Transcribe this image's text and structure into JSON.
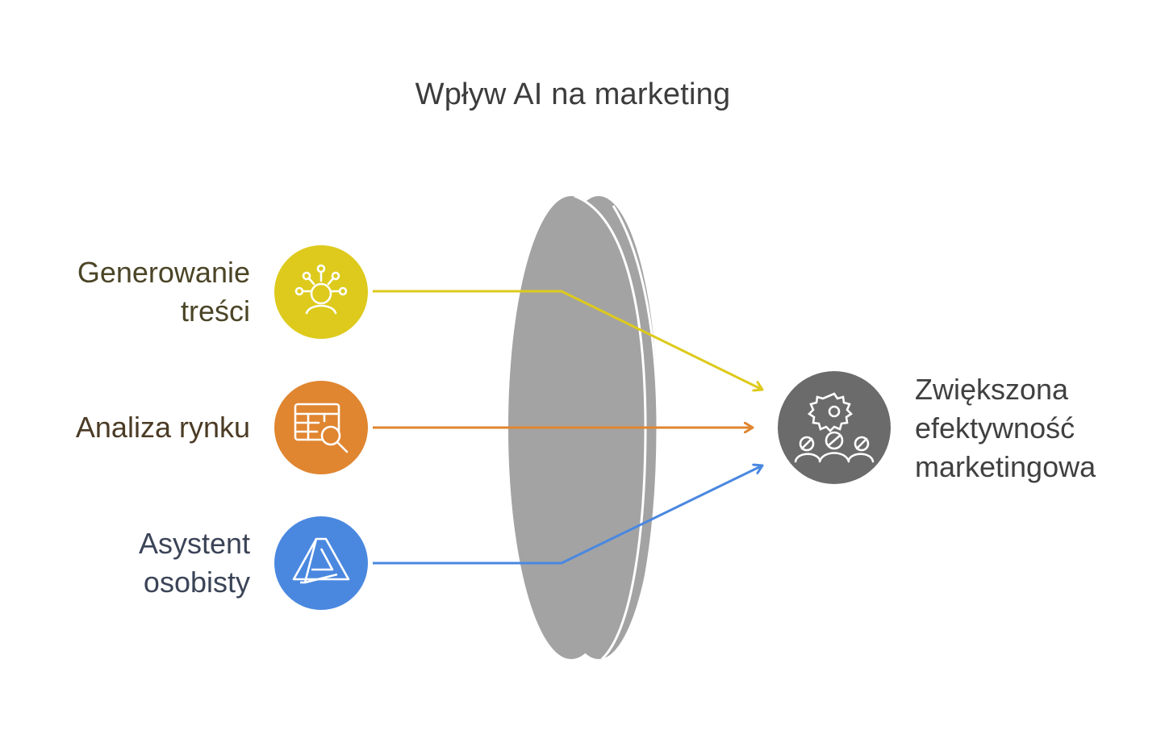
{
  "title": "Wpływ AI na marketing",
  "inputs": [
    {
      "lines": [
        "Generowanie",
        "treści"
      ],
      "icon": "idea-network-icon",
      "color": "#ddca1c"
    },
    {
      "lines": [
        "Analiza rynku"
      ],
      "icon": "table-search-icon",
      "color": "#e08530"
    },
    {
      "lines": [
        "Asystent",
        "osobisty"
      ],
      "icon": "assistant-a-icon",
      "color": "#4a88e0"
    }
  ],
  "output": {
    "lines": [
      "Zwiększona",
      "efektywność",
      "marketingowa"
    ],
    "icon": "gear-people-icon",
    "color": "#6b6b6b"
  },
  "lens_color": "#a3a3a3"
}
